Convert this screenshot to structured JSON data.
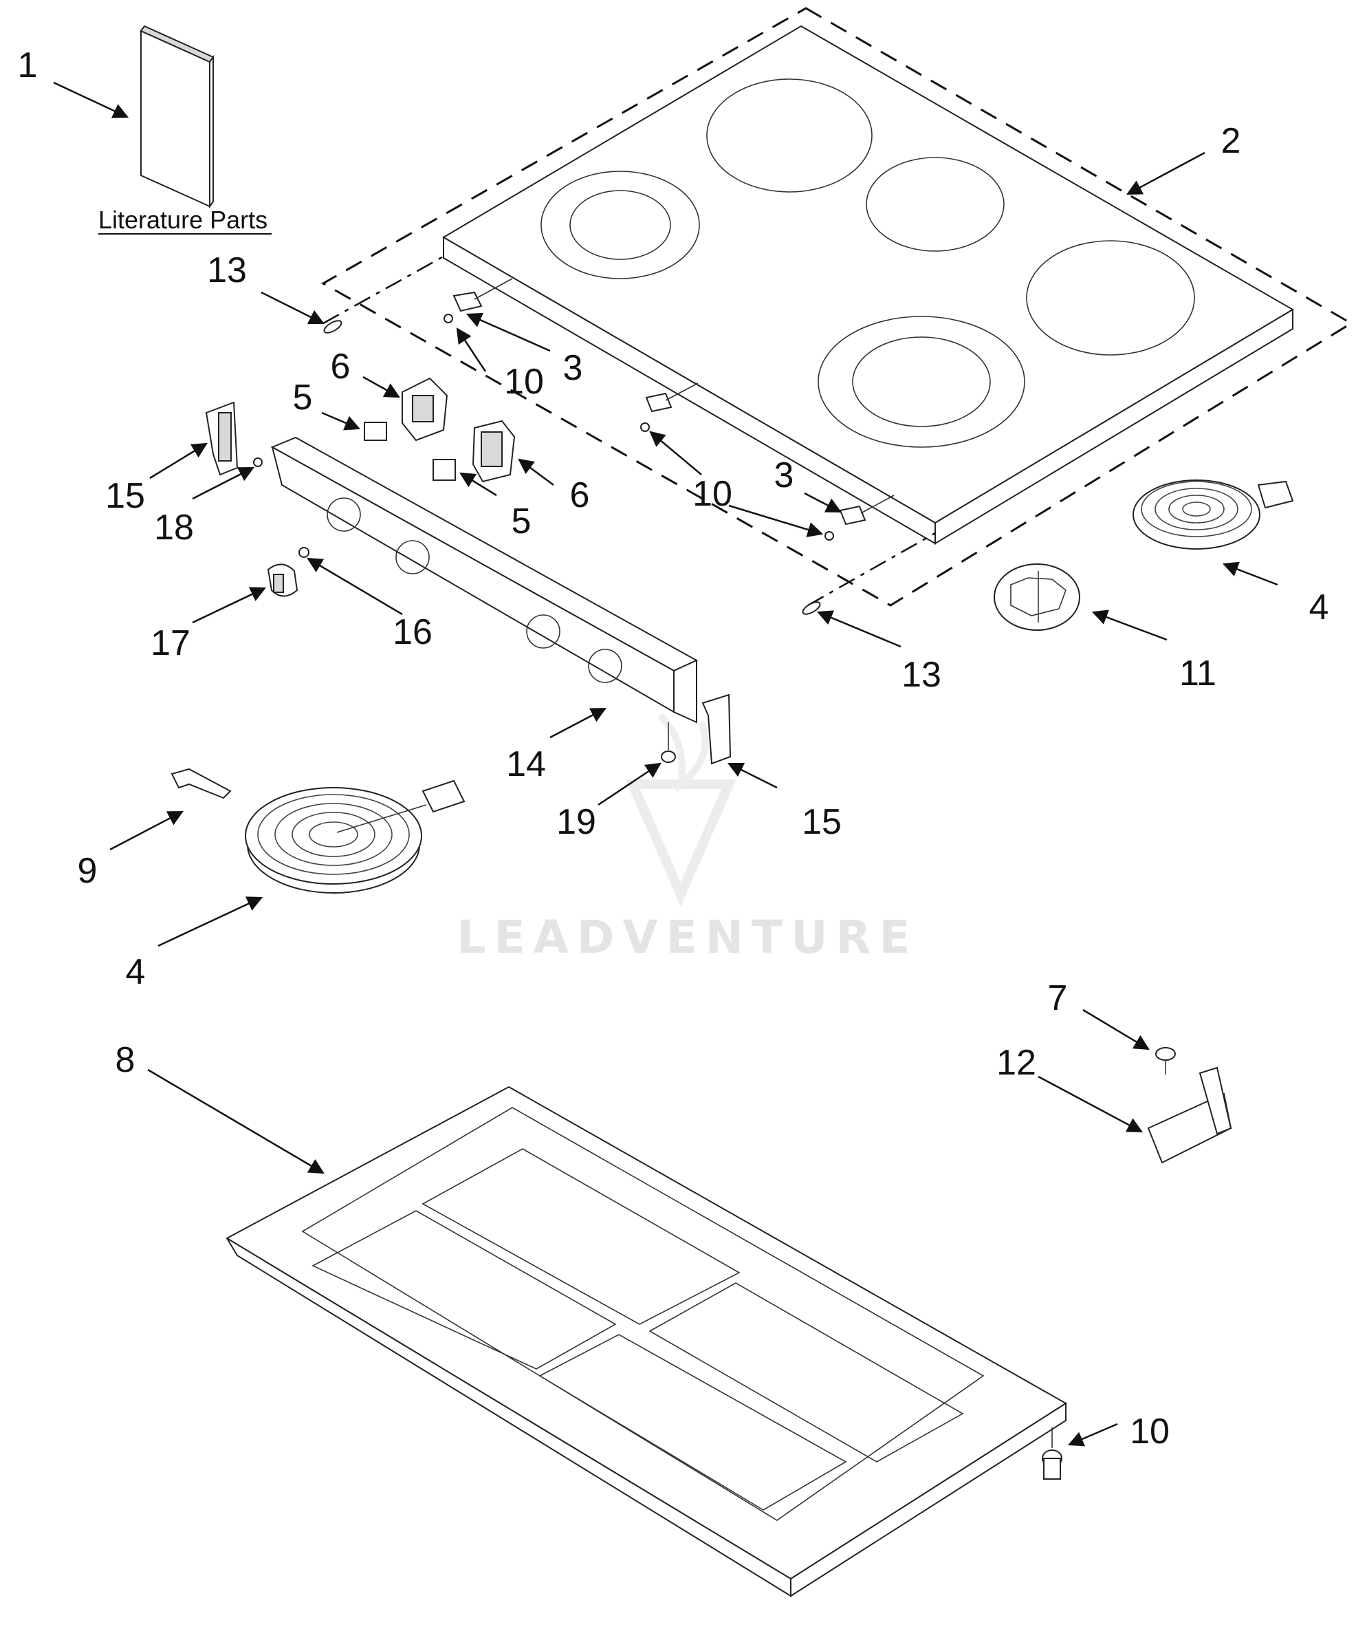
{
  "diagram": {
    "literature_label": "Literature Parts",
    "watermark": "LEADVENTURE",
    "callouts": [
      "1",
      "2",
      "13",
      "10",
      "3",
      "6",
      "5",
      "15",
      "18",
      "6",
      "5",
      "10",
      "3",
      "4",
      "11",
      "13",
      "17",
      "16",
      "14",
      "19",
      "15",
      "9",
      "4",
      "7",
      "12",
      "8",
      "10"
    ]
  }
}
